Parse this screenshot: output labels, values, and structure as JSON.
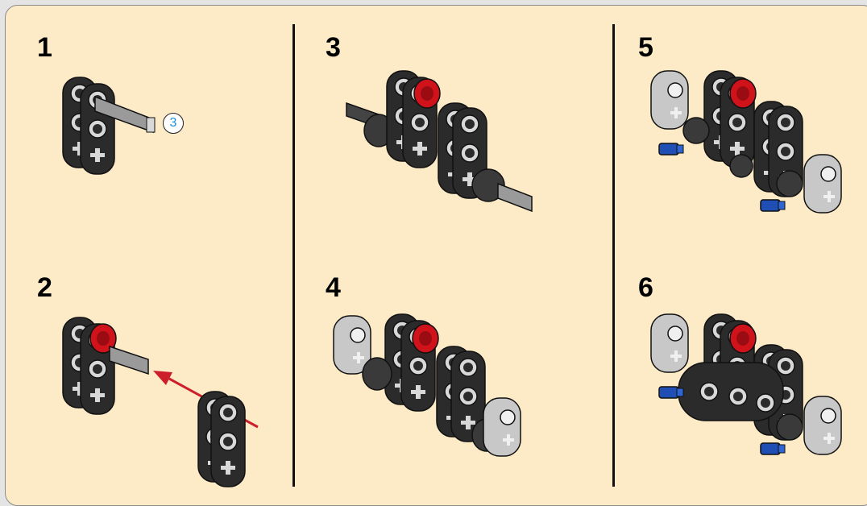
{
  "steps": [
    {
      "number": "1",
      "callout": "3"
    },
    {
      "number": "2"
    },
    {
      "number": "3"
    },
    {
      "number": "4"
    },
    {
      "number": "5"
    },
    {
      "number": "6"
    }
  ],
  "colors": {
    "background": "#fdebc8",
    "beam_dark": "#2b2b2b",
    "beam_light": "#c8c8c8",
    "bush_red": "#d0121b",
    "pin_blue": "#1f4fb4",
    "arrow": "#cc1f2a",
    "callout_text": "#1e8fe0"
  },
  "icons": [
    "technic-beam-icon",
    "axle-icon",
    "bush-icon",
    "pin-icon",
    "insert-arrow-icon"
  ]
}
